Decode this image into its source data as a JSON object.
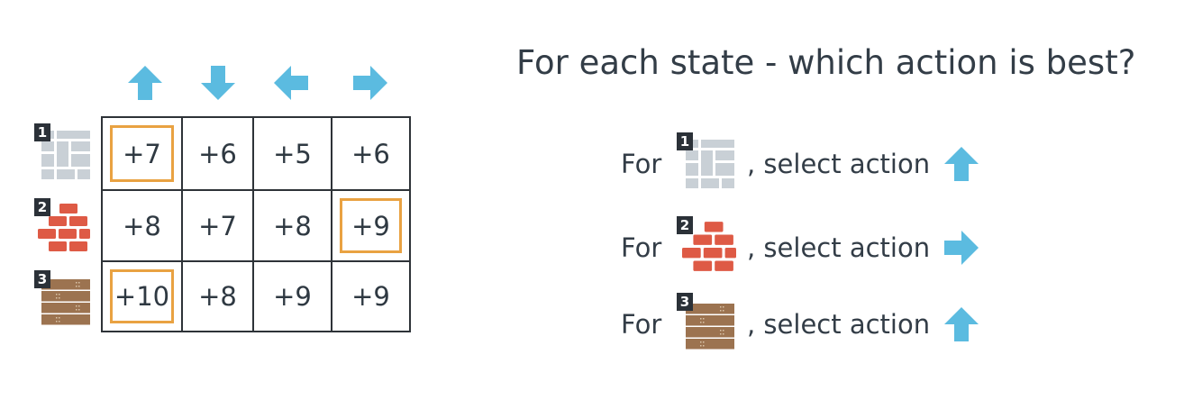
{
  "title": "For each state - which action is best?",
  "actions": [
    {
      "name": "up-arrow-icon",
      "direction": "up"
    },
    {
      "name": "down-arrow-icon",
      "direction": "down"
    },
    {
      "name": "left-arrow-icon",
      "direction": "left"
    },
    {
      "name": "right-arrow-icon",
      "direction": "right"
    }
  ],
  "states": [
    {
      "number": "1",
      "icon": "gray-tiles-icon",
      "values": [
        "+7",
        "+6",
        "+5",
        "+6"
      ],
      "best_index": 0
    },
    {
      "number": "2",
      "icon": "red-bricks-icon",
      "values": [
        "+8",
        "+7",
        "+8",
        "+9"
      ],
      "best_index": 3
    },
    {
      "number": "3",
      "icon": "wood-planks-icon",
      "values": [
        "+10",
        "+8",
        "+9",
        "+9"
      ],
      "best_index": 0
    }
  ],
  "answers": [
    {
      "for_label": "For",
      "state_number": "1",
      "select_label": ", select action",
      "action": "up"
    },
    {
      "for_label": "For",
      "state_number": "2",
      "select_label": ", select action",
      "action": "right"
    },
    {
      "for_label": "For",
      "state_number": "3",
      "select_label": ", select action",
      "action": "up"
    }
  ],
  "colors": {
    "arrow": "#5bbbe0",
    "highlight": "#e9a242",
    "grid_line": "#2e3338",
    "text": "#333d47",
    "badge": "#2b3138",
    "tile_gray": "#c9d0d6",
    "brick_red": "#de5a45",
    "wood_brown": "#9c7350"
  }
}
